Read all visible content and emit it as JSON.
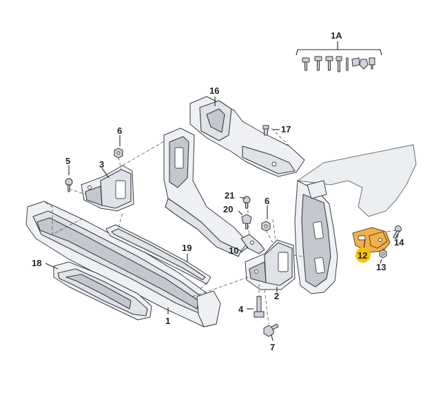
{
  "labels": {
    "l1": "1",
    "l1a": "1A",
    "l2": "2",
    "l3": "3",
    "l4": "4",
    "l5": "5",
    "l6a": "6",
    "l6b": "6",
    "l7": "7",
    "l10": "10",
    "l12": "12",
    "l13": "13",
    "l14": "14",
    "l16": "16",
    "l17": "17",
    "l18": "18",
    "l19": "19",
    "l20": "20",
    "l21": "21"
  },
  "highlight": {
    "part_number": "12",
    "color": "#f5c400",
    "part_color": "#f2b04a"
  },
  "icons": [
    "screw-icon",
    "nut-icon",
    "clip-icon",
    "bolt-icon"
  ]
}
